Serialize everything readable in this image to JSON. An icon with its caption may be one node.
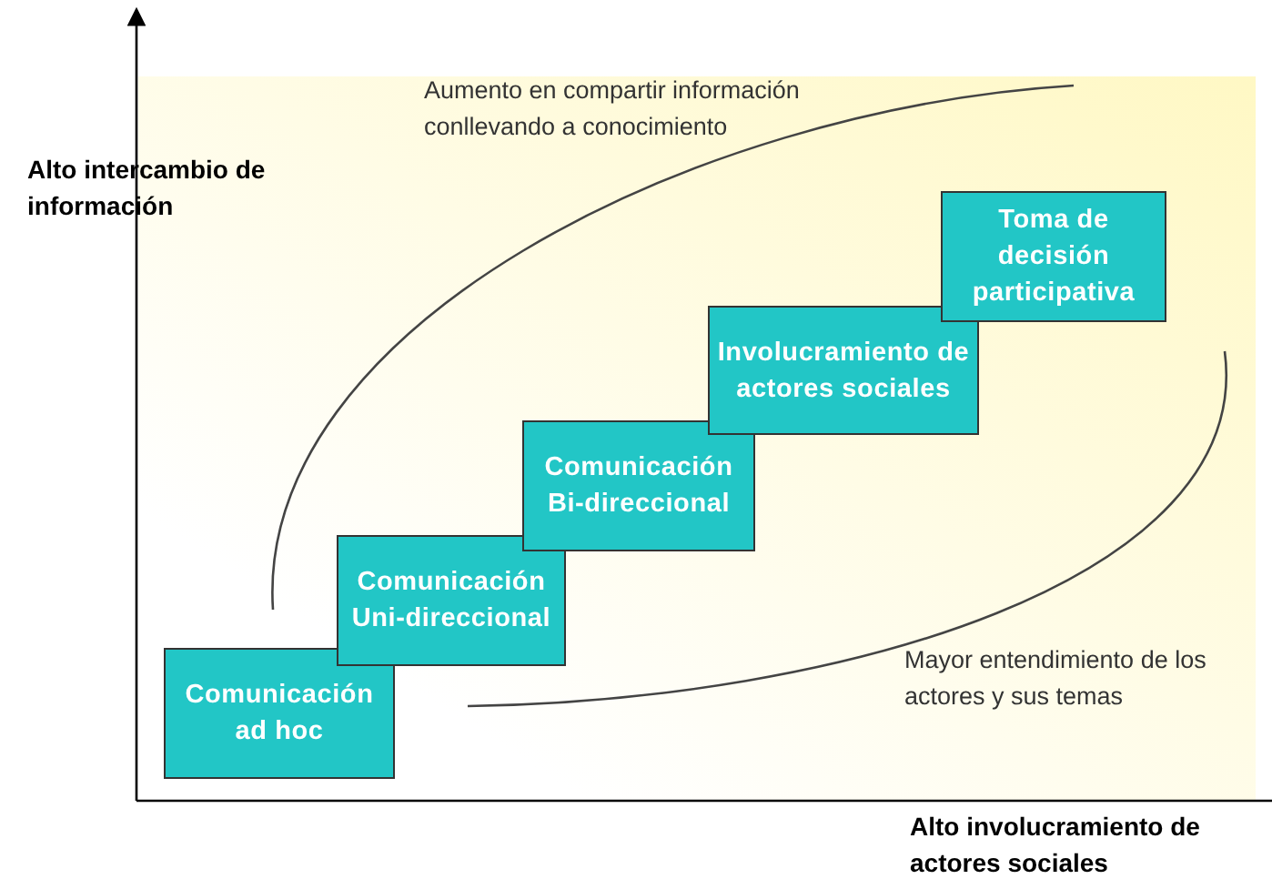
{
  "diagram": {
    "nodes": [
      {
        "text": [
          "Comunicación ad hoc"
        ]
      },
      {
        "text": [
          "Comunicación Uni-direccional"
        ]
      },
      {
        "text": [
          "Comunicación Bi-direccional"
        ]
      },
      {
        "text": [
          "Involucramiento de actores sociales"
        ]
      },
      {
        "text": [
          "Toma de decisión participativa"
        ]
      }
    ],
    "edges": [],
    "labels": [
      "Alto intercambio de información",
      "Aumento en compartir información conllevando a conocimiento",
      "Mayor entendimiento de los actores y sus temas",
      "Alto involucramiento de actores sociales"
    ]
  }
}
